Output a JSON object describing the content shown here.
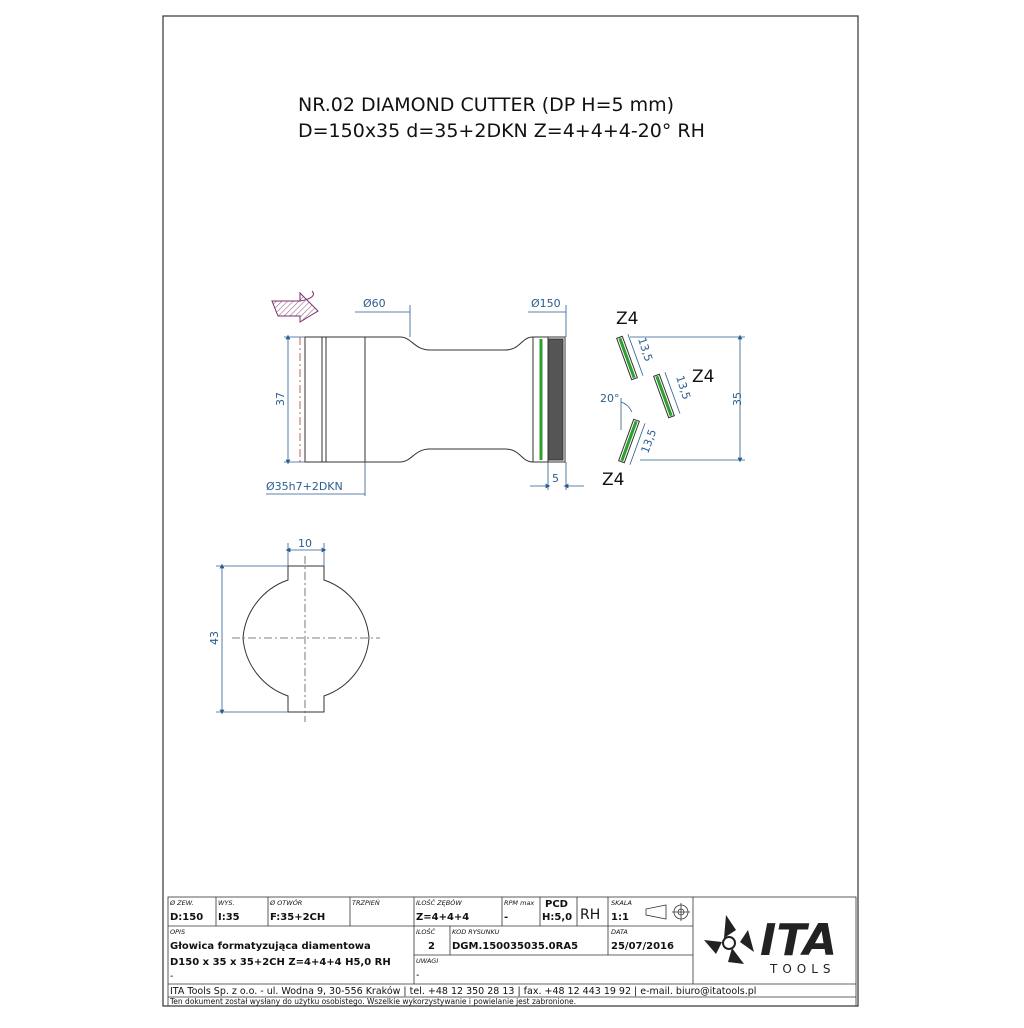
{
  "title": {
    "line1": "NR.02 DIAMOND  CUTTER (DP H=5 mm)",
    "line2": "D=150x35 d=35+2DKN Z=4+4+4-20° RH"
  },
  "dimensions": {
    "d60": "Ø60",
    "d150": "Ø150",
    "h37": "37",
    "bore": "Ø35h7+2DKN",
    "w5": "5",
    "z_top": "Z4",
    "z_right": "Z4",
    "z_bottom": "Z4",
    "tooth_len": "13,5",
    "angle": "20°",
    "h35": "35",
    "key10": "10",
    "h43": "43"
  },
  "title_block": {
    "d_zew_h": "Ø ZEW.",
    "d_zew_v": "D:150",
    "wys_h": "WYS.",
    "wys_v": "I:35",
    "otwor_h": "Ø OTWÓR",
    "otwor_v": "F:35+2CH",
    "trzpien_h": "TRZPIEŃ",
    "zebow_h": "ILOŚĆ ZĘBÓW",
    "zebow_v": "Z=4+4+4",
    "rpm_h": "RPM max",
    "rpm_v": "-",
    "pcd_h": "PCD",
    "pcd_v": "H:5,0",
    "rh": "RH",
    "skala_h": "SKALA",
    "skala_v": "1:1",
    "opis_h": "OPIS",
    "opis_1": "Głowica formatyzująca diamentowa",
    "opis_2": "D150 x 35 x 35+2CH Z=4+4+4 H5,0 RH",
    "opis_3": "-",
    "ilosc_h": "ILOŚĆ",
    "ilosc_v": "2",
    "kod_h": "KOD RYSUNKU",
    "kod_v": "DGM.150035035.0RA5",
    "data_h": "DATA",
    "data_v": "25/07/2016",
    "uwagi_h": "UWAGI",
    "uwagi_v": "-",
    "company_line": "ITA Tools Sp. z o.o. - ul. Wodna 9, 30-556 Kraków | tel. +48 12 350 28 13 | fax. +48 12 443 19 92 | e-mail. biuro@itatools.pl",
    "note_line": "Ten dokument został wysłany do użytku osobistego. Wszelkie wykorzystywanie i powielanie jest zabronione.",
    "logo_main": "ITA",
    "logo_sub": "TOOLS"
  },
  "colors": {
    "line": "#333333",
    "dimension": "#2a5d8f",
    "center_line": "#c0392b",
    "diamond": "#2ca02c",
    "rotation_arrow": "#7b2d6b"
  }
}
